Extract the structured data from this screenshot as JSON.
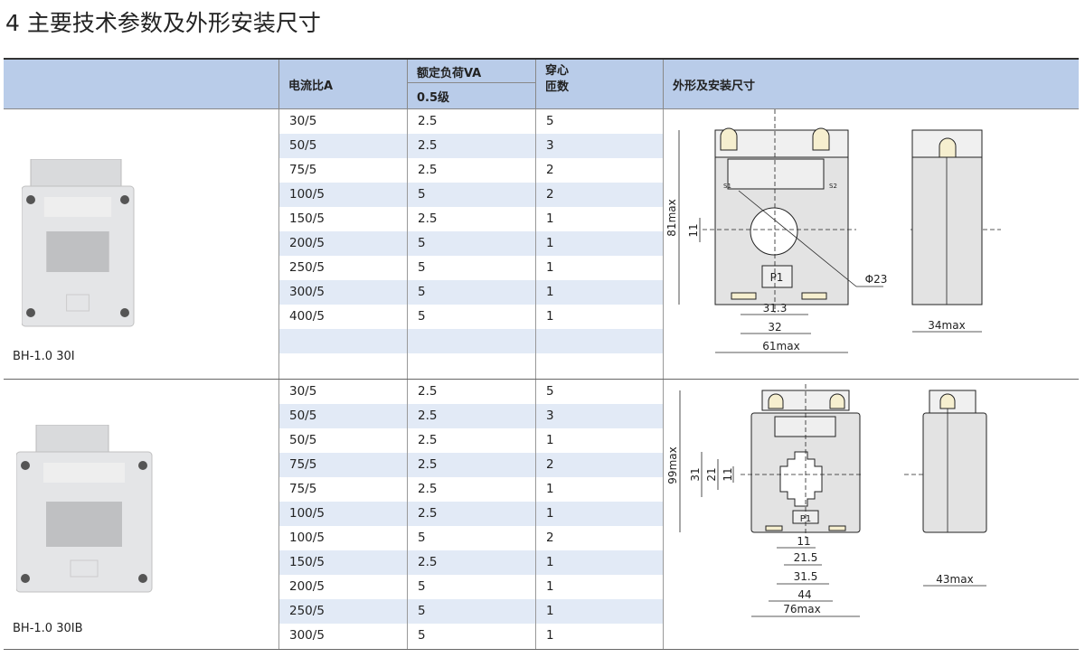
{
  "title": "4 主要技术参数及外形安装尺寸",
  "header": {
    "ratio": "电流比A",
    "load": "额定负荷VA",
    "class": "0.5级",
    "turns_line1": "穿心",
    "turns_line2": "匝数",
    "dims": "外形及安装尺寸"
  },
  "sections": [
    {
      "model": "BH-1.0 30Ⅰ",
      "rows": [
        [
          "30/5",
          "2.5",
          "5"
        ],
        [
          "50/5",
          "2.5",
          "3"
        ],
        [
          "75/5",
          "2.5",
          "2"
        ],
        [
          "100/5",
          "5",
          "2"
        ],
        [
          "150/5",
          "2.5",
          "1"
        ],
        [
          "200/5",
          "5",
          "1"
        ],
        [
          "250/5",
          "5",
          "1"
        ],
        [
          "300/5",
          "5",
          "1"
        ],
        [
          "400/5",
          "5",
          "1"
        ],
        [
          "",
          "",
          ""
        ],
        [
          "",
          "",
          ""
        ]
      ],
      "dims": {
        "height": "81max",
        "window": "11",
        "diameter": "Φ23",
        "w1": "31.3",
        "w2": "32",
        "width": "61max",
        "depth": "34max",
        "s1": "S1",
        "s2": "S2",
        "p1": "P1"
      }
    },
    {
      "model": "BH-1.0 30ⅠB",
      "rows": [
        [
          "30/5",
          "2.5",
          "5"
        ],
        [
          "50/5",
          "2.5",
          "3"
        ],
        [
          "50/5",
          "2.5",
          "1"
        ],
        [
          "75/5",
          "2.5",
          "2"
        ],
        [
          "75/5",
          "2.5",
          "1"
        ],
        [
          "100/5",
          "2.5",
          "1"
        ],
        [
          "100/5",
          "5",
          "2"
        ],
        [
          "150/5",
          "2.5",
          "1"
        ],
        [
          "200/5",
          "5",
          "1"
        ],
        [
          "250/5",
          "5",
          "1"
        ],
        [
          "300/5",
          "5",
          "1"
        ]
      ],
      "dims": {
        "height": "99max",
        "v1": "31",
        "v2": "21",
        "v3": "11",
        "h1": "11",
        "h2": "21.5",
        "h3": "31.5",
        "h4": "44",
        "width": "76max",
        "depth": "43max",
        "p1": "P1"
      }
    }
  ]
}
